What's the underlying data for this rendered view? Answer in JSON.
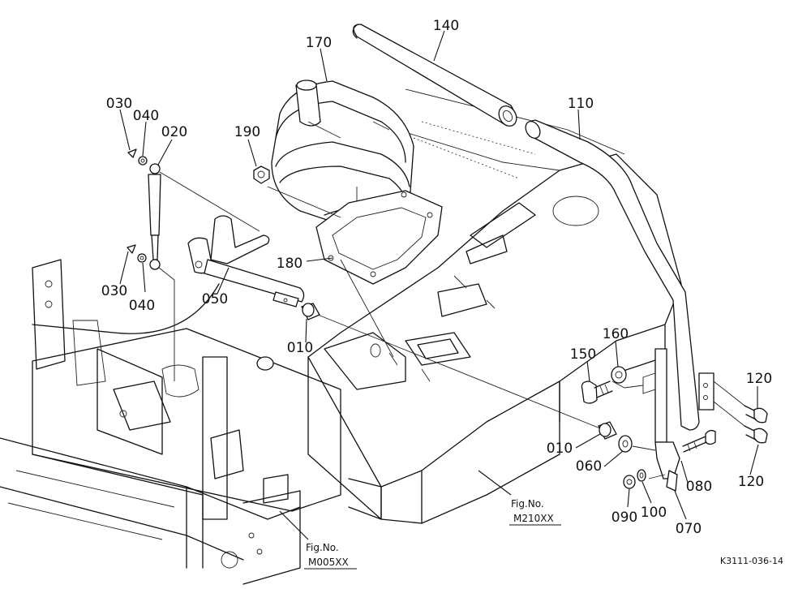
{
  "part_labels": {
    "p140": "140",
    "p170": "170",
    "p110": "110",
    "p030a": "030",
    "p040a": "040",
    "p020": "020",
    "p190": "190",
    "p180": "180",
    "p030b": "030",
    "p040b": "040",
    "p050": "050",
    "p010a": "010",
    "p160": "160",
    "p150": "150",
    "p120a": "120",
    "p120b": "120",
    "p010b": "010",
    "p060": "060",
    "p080": "080",
    "p090": "090",
    "p100": "100",
    "p070": "070"
  },
  "figure_refs": {
    "ref1_line1": "Fig.No.",
    "ref1_line2": "M210XX",
    "ref2_line1": "Fig.No.",
    "ref2_line2": "M005XX"
  },
  "drawing_code": "K3111-036-14"
}
